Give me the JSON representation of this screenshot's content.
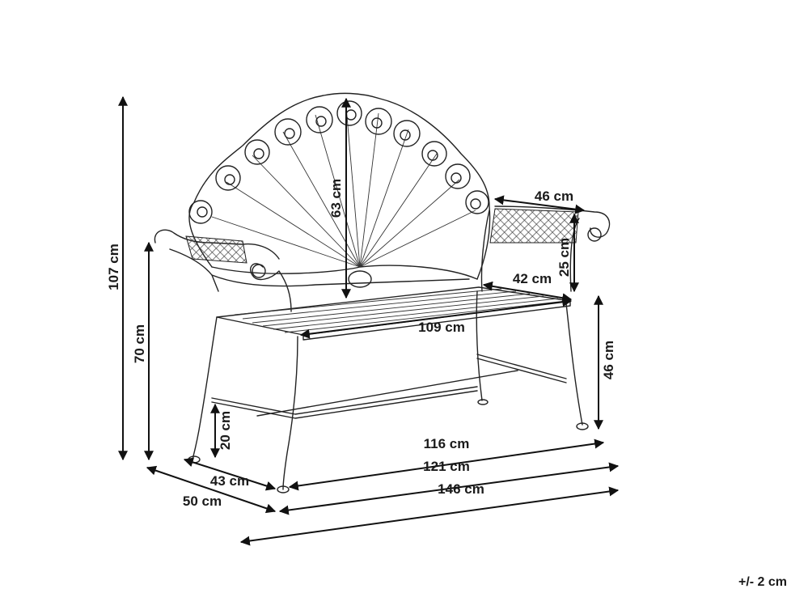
{
  "dimensions": {
    "total_height": "107 cm",
    "armrest_height": "70 cm",
    "back_height": "63 cm",
    "armrest_length": "46 cm",
    "armrest_depth_label": "25 cm",
    "seat_depth": "42 cm",
    "seat_width": "109 cm",
    "seat_height": "46 cm",
    "stretcher_height": "20 cm",
    "inner_leg_width": "116 cm",
    "outer_leg_width": "121 cm",
    "total_width": "146 cm",
    "leg_depth": "43 cm",
    "total_depth": "50 cm"
  },
  "tolerance": "+/- 2 cm"
}
